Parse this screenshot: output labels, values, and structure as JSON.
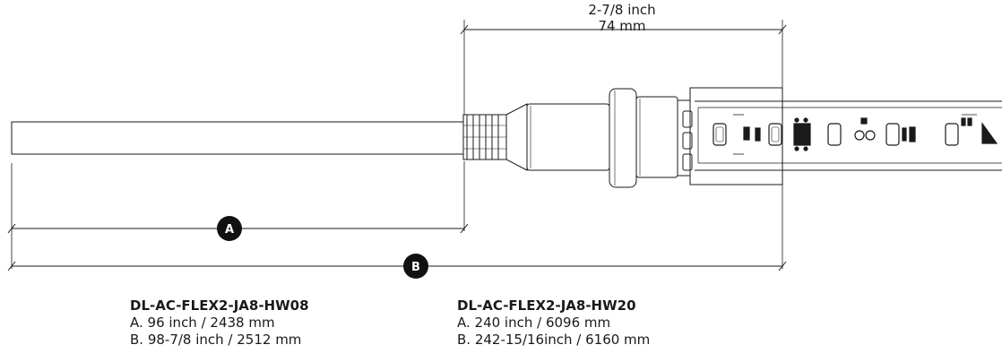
{
  "dimension_top": {
    "inch": "2-7/8 inch",
    "mm": "74 mm"
  },
  "markers": {
    "a": "A",
    "b": "B"
  },
  "specs": [
    {
      "model": "DL-AC-FLEX2-JA8-HW08",
      "a": "A. 96 inch / 2438 mm",
      "b": "B.  98-7/8 inch / 2512 mm"
    },
    {
      "model": "DL-AC-FLEX2-JA8-HW20",
      "a": "A. 240 inch / 6096 mm",
      "b": "B.  242-15/16inch / 6160 mm"
    }
  ],
  "colors": {
    "line": "#1a1a1a",
    "badge": "#111111"
  }
}
